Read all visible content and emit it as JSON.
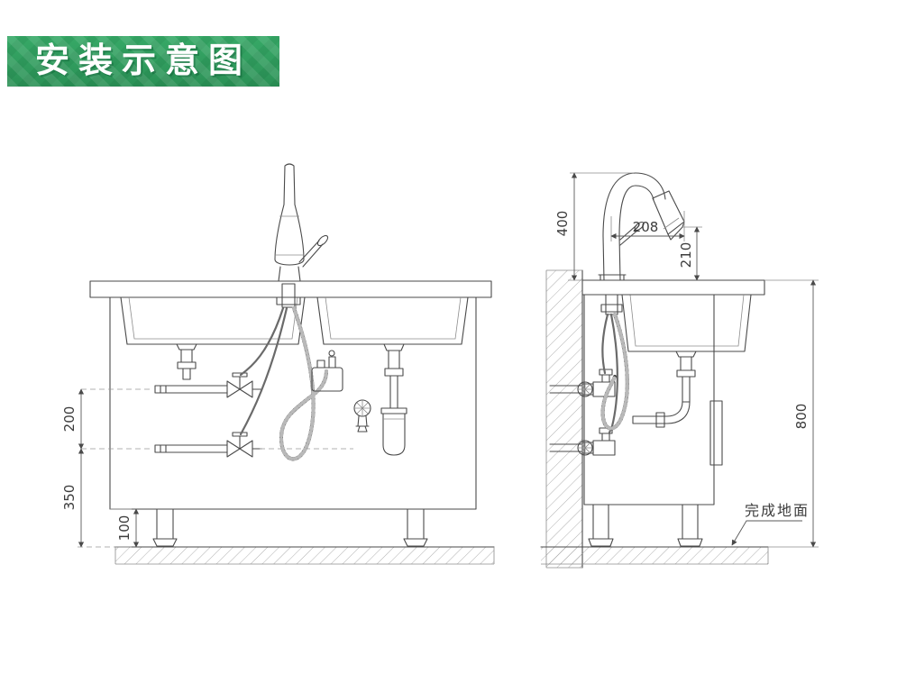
{
  "header": {
    "title": "安装示意图"
  },
  "front_view": {
    "dims": {
      "pipe_spacing": "200",
      "pipe_to_floor": "350",
      "leg_height": "100"
    }
  },
  "side_view": {
    "dims": {
      "faucet_height": "400",
      "spout_reach": "208",
      "spout_drop": "210",
      "counter_height": "800"
    },
    "floor_label": "完成地面"
  },
  "colors": {
    "banner_green": "#2f9e5e",
    "line": "#4a4a4a"
  }
}
